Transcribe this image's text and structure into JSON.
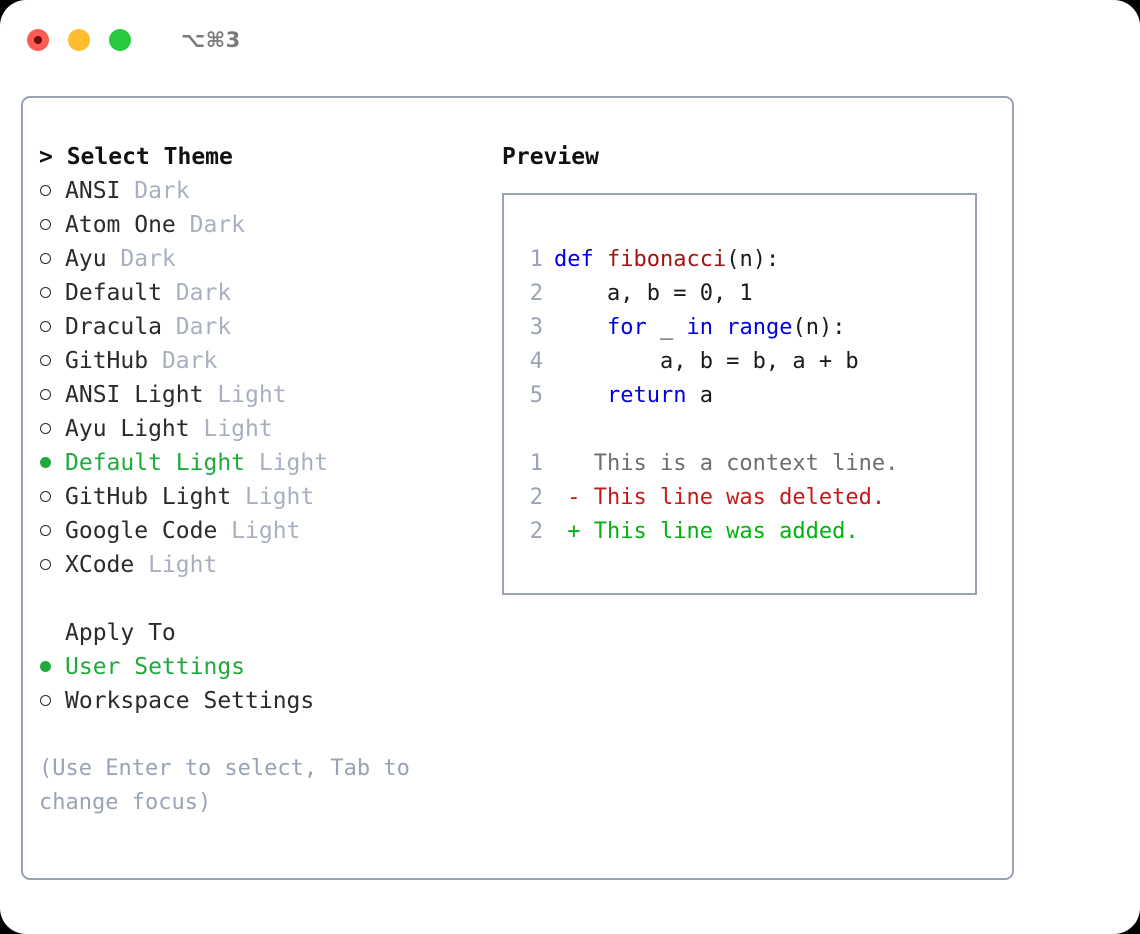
{
  "titlebar": {
    "shortcut": "⌥⌘3",
    "dots": [
      {
        "name": "close-button",
        "color": "#fb5c55"
      },
      {
        "name": "minimize-button",
        "color": "#febc2e"
      },
      {
        "name": "maximize-button",
        "color": "#27c93f"
      }
    ]
  },
  "theme_list": {
    "header": "> Select Theme",
    "items": [
      {
        "marker": "o",
        "name": "ANSI",
        "tag": "Dark",
        "selected": false
      },
      {
        "marker": "o",
        "name": "Atom One",
        "tag": "Dark",
        "selected": false
      },
      {
        "marker": "o",
        "name": "Ayu",
        "tag": "Dark",
        "selected": false
      },
      {
        "marker": "o",
        "name": "Default",
        "tag": "Dark",
        "selected": false
      },
      {
        "marker": "o",
        "name": "Dracula",
        "tag": "Dark",
        "selected": false
      },
      {
        "marker": "o",
        "name": "GitHub",
        "tag": "Dark",
        "selected": false
      },
      {
        "marker": "o",
        "name": "ANSI Light",
        "tag": "Light",
        "selected": false
      },
      {
        "marker": "o",
        "name": "Ayu Light",
        "tag": "Light",
        "selected": false
      },
      {
        "marker": "●",
        "name": "Default Light",
        "tag": "Light",
        "selected": true
      },
      {
        "marker": "o",
        "name": "GitHub Light",
        "tag": "Light",
        "selected": false
      },
      {
        "marker": "o",
        "name": "Google Code",
        "tag": "Light",
        "selected": false
      },
      {
        "marker": "o",
        "name": "XCode",
        "tag": "Light",
        "selected": false
      }
    ]
  },
  "apply_to": {
    "header": "Apply To",
    "options": [
      {
        "marker": "●",
        "label": "User Settings",
        "selected": true
      },
      {
        "marker": "o",
        "label": "Workspace Settings",
        "selected": false
      }
    ]
  },
  "hint": "(Use Enter to select, Tab to change focus)",
  "preview": {
    "title": "Preview",
    "code": [
      {
        "num": "1",
        "tokens": [
          {
            "t": "def ",
            "c": "kw"
          },
          {
            "t": "fibonacci",
            "c": "fn"
          },
          {
            "t": "(n):",
            "c": "plain"
          }
        ]
      },
      {
        "num": "2",
        "tokens": [
          {
            "t": "    a, b = 0, 1",
            "c": "plain"
          }
        ]
      },
      {
        "num": "3",
        "tokens": [
          {
            "t": "    ",
            "c": "plain"
          },
          {
            "t": "for",
            "c": "kw"
          },
          {
            "t": " _ ",
            "c": "plain"
          },
          {
            "t": "in",
            "c": "kw"
          },
          {
            "t": " ",
            "c": "plain"
          },
          {
            "t": "range",
            "c": "kw"
          },
          {
            "t": "(n):",
            "c": "plain"
          }
        ]
      },
      {
        "num": "4",
        "tokens": [
          {
            "t": "        a, b = b, a + b",
            "c": "plain"
          }
        ]
      },
      {
        "num": "5",
        "tokens": [
          {
            "t": "    ",
            "c": "plain"
          },
          {
            "t": "return",
            "c": "kw"
          },
          {
            "t": " a",
            "c": "plain"
          }
        ]
      }
    ],
    "diff": [
      {
        "num": "1",
        "sign": " ",
        "text": " This is a context line.",
        "kind": "diff-ctx"
      },
      {
        "num": "2",
        "sign": "-",
        "text": " This line was deleted.",
        "kind": "diff-del"
      },
      {
        "num": "2",
        "sign": "+",
        "text": " This line was added.",
        "kind": "diff-add"
      }
    ]
  },
  "colors": {
    "accent_green": "#1faa3c",
    "border": "#98a2b3",
    "muted": "#a8b0bf",
    "keyword_blue": "#0000e6",
    "function_red": "#a01414",
    "diff_deleted": "#c41a1a",
    "diff_added": "#00b30f"
  }
}
